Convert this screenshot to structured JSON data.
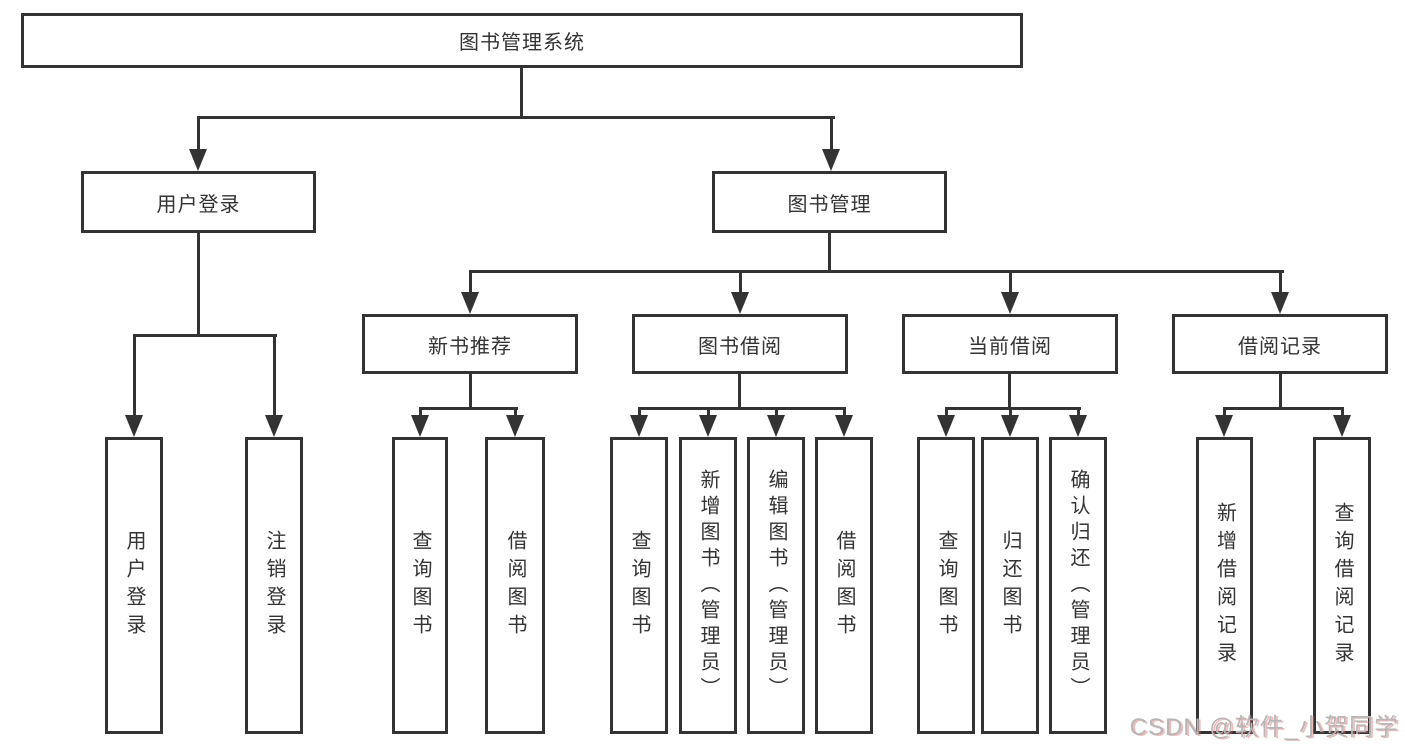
{
  "tree": {
    "root": {
      "label": "图书管理系统"
    },
    "branches": [
      {
        "label": "用户登录",
        "children": [
          {
            "label": "用户登录"
          },
          {
            "label": "注销登录"
          }
        ]
      },
      {
        "label": "图书管理",
        "children": [
          {
            "label": "新书推荐",
            "children": [
              {
                "label": "查询图书"
              },
              {
                "label": "借阅图书"
              }
            ]
          },
          {
            "label": "图书借阅",
            "children": [
              {
                "label": "查询图书"
              },
              {
                "label": "新增图书（管理员）"
              },
              {
                "label": "编辑图书（管理员）"
              },
              {
                "label": "借阅图书"
              }
            ]
          },
          {
            "label": "当前借阅",
            "children": [
              {
                "label": "查询图书"
              },
              {
                "label": "归还图书"
              },
              {
                "label": "确认归还（管理员）"
              }
            ]
          },
          {
            "label": "借阅记录",
            "children": [
              {
                "label": "新增借阅记录"
              },
              {
                "label": "查询借阅记录"
              }
            ]
          }
        ]
      }
    ]
  },
  "watermark": {
    "text": "CSDN @软件_小贺同学"
  },
  "colors": {
    "line": "#333333",
    "text": "#333333",
    "background": "#ffffff",
    "watermark_text": "#b6b6b6",
    "watermark_accent": "#d96c6c"
  }
}
